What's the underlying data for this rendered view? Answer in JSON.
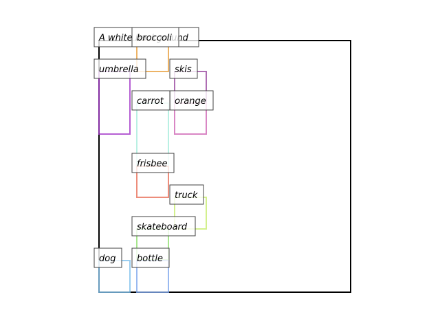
{
  "diagram": {
    "labels": [
      {
        "id": "white-background",
        "text": "A white background",
        "color": "#000000"
      },
      {
        "id": "broccoli",
        "text": "broccoli",
        "color": "#e9a040"
      },
      {
        "id": "umbrella",
        "text": "umbrella",
        "color": "#a236c8"
      },
      {
        "id": "skis",
        "text": "skis",
        "color": "#9a48a0"
      },
      {
        "id": "carrot",
        "text": "carrot",
        "color": "#a8ecdc"
      },
      {
        "id": "orange",
        "text": "orange",
        "color": "#e48cc8"
      },
      {
        "id": "frisbee",
        "text": "frisbee",
        "color": "#e8705a"
      },
      {
        "id": "truck",
        "text": "truck",
        "color": "#c8ec70"
      },
      {
        "id": "skateboard",
        "text": "skateboard",
        "color": "#90e070"
      },
      {
        "id": "dog",
        "text": "dog",
        "color": "#80c0ec"
      },
      {
        "id": "bottle",
        "text": "bottle",
        "color": "#80a8ec"
      }
    ]
  }
}
